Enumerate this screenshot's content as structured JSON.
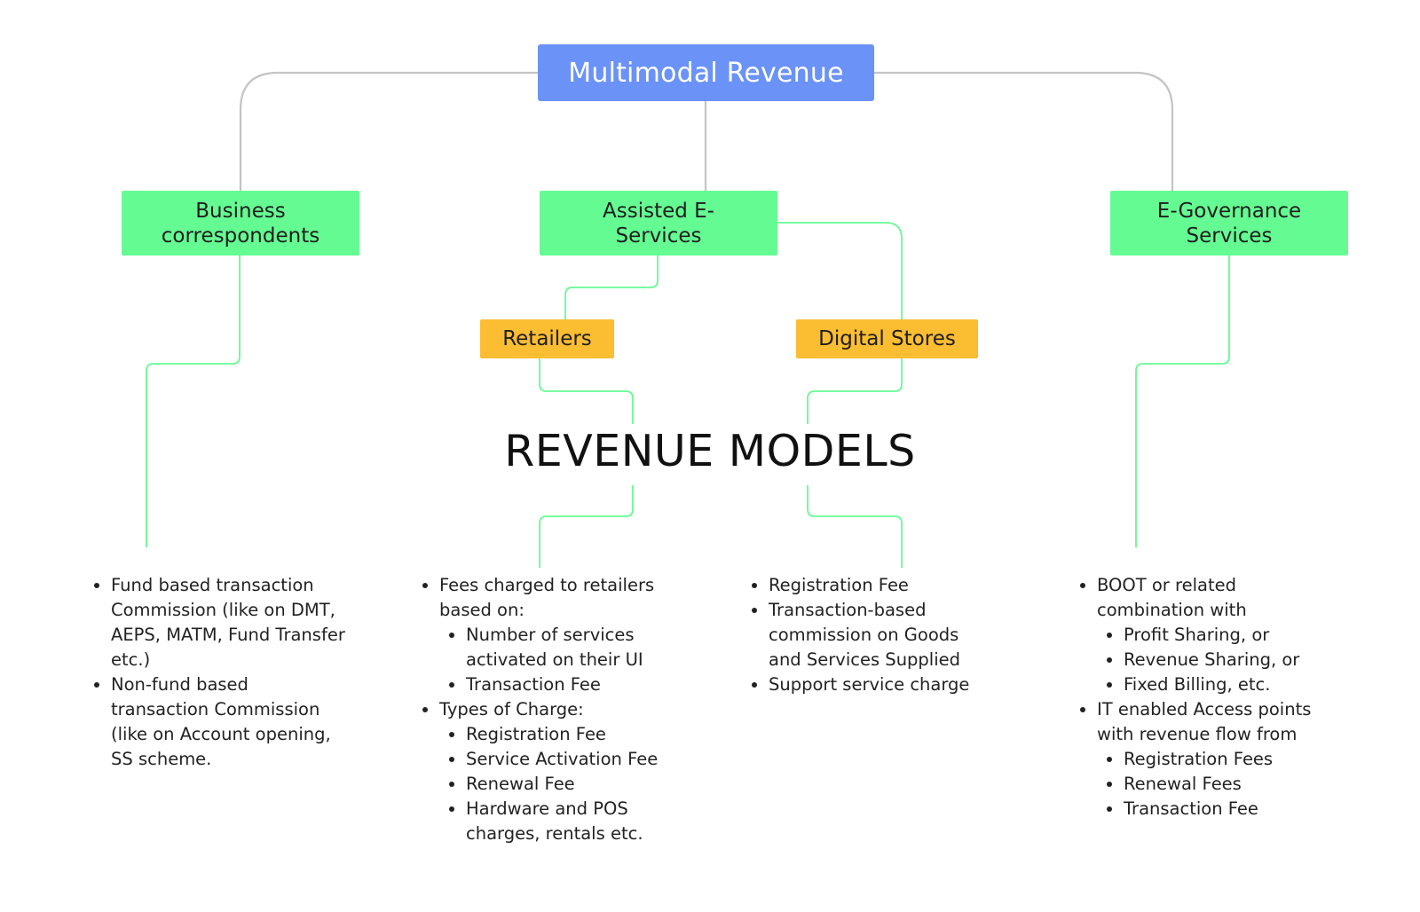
{
  "root": {
    "label": "Multimodal Revenue",
    "color": "#6a92f7"
  },
  "categories": [
    {
      "id": "bc",
      "line1": "Business",
      "line2": "correspondents"
    },
    {
      "id": "ae",
      "line1": "Assisted E-",
      "line2": "Services"
    },
    {
      "id": "eg",
      "line1": "E-Governance",
      "line2": "Services"
    }
  ],
  "sub_nodes": [
    {
      "id": "retailers",
      "label": "Retailers"
    },
    {
      "id": "digital",
      "label": "Digital Stores"
    }
  ],
  "center_label": "REVENUE MODELS",
  "colors": {
    "category": "#64fb92",
    "sub_node": "#fbbd31",
    "root_connector": "#c4c4c4",
    "branch_connector": "#64fb92"
  },
  "lists": {
    "business_correspondents": [
      {
        "text": "Fund based transaction Commission (like on DMT, AEPS, MATM, Fund Transfer etc.)"
      },
      {
        "text": "Non-fund based transaction Commission (like on Account opening, SS scheme."
      }
    ],
    "retailers": [
      {
        "text": "Fees charged to retailers based on:",
        "children": [
          "Number of services activated on their UI",
          "Transaction Fee"
        ]
      },
      {
        "text": "Types of Charge:",
        "children": [
          "Registration Fee",
          "Service Activation Fee",
          "Renewal Fee",
          "Hardware and POS charges, rentals etc."
        ]
      }
    ],
    "digital_stores": [
      {
        "text": "Registration Fee"
      },
      {
        "text": "Transaction-based commission on Goods and Services Supplied"
      },
      {
        "text": "Support service charge"
      }
    ],
    "e_governance": [
      {
        "text": "BOOT or related combination with",
        "children": [
          "Profit Sharing, or",
          "Revenue Sharing, or",
          "Fixed Billing, etc."
        ]
      },
      {
        "text": "IT enabled Access points with revenue flow from",
        "children": [
          "Registration Fees",
          "Renewal Fees",
          "Transaction Fee"
        ]
      }
    ]
  }
}
